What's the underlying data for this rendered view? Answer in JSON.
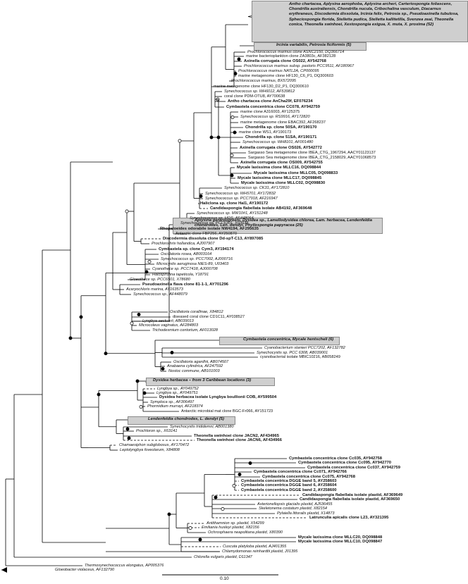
{
  "collapsed_clades": [
    "Antho chartacea, Aplysina aerophoba, Aplysina archeri, Carteriospongia foliascens, Chondrilla australiensis, Chondrilla nucula, Cribochalina vasculum, Diacarnus erythraneus, Discodermia dissoluta, Ircinia felix, Petrosia sp., Pseudoaxinella tubulosa, Sphecíospongia florida, Stelletta pudica, Stelletta kallitetilla, Svenzea zeai, Theonella conica, Theonella swinhoei, Xestospongia exigua, X. muta, X. proxima (52)",
    "Ircinia variabilis, Petrosia ficiformis (5)",
    "Aplysina gerardogreeni, Dysidea sp., Lamellodysidea chlorea, Lam. herbacea, Lendenfeldia chondrodes, Len. dendyi, Phyllospongia papyracea (25)",
    "Cymbastela concentrica, Mycale hentscheli (6)",
    "Dysidea herbacea – from 3 Caribbean locations (3)",
    "Lendenfeldia chondrodes, L. dendyi (5)"
  ],
  "taxa": [
    {
      "t": "Prochlorococcus marinus clone ASNC2150, DQ366714",
      "b": false
    },
    {
      "t": "marine bacterioplankton clone ZA3803c, AF382128",
      "b": false
    },
    {
      "t": "Axinella corrugata clone OS022, AY542768",
      "b": true
    },
    {
      "t": "Prochlorococcus marinus subsp. pastoris PCC9511, AF180967",
      "b": false
    },
    {
      "t": "Prochlorococcus marinus NATL2A, CP000095",
      "b": false
    },
    {
      "t": "marine metagenome clone HF130_C6_P1, DQ300603",
      "b": false
    },
    {
      "t": "Prochlorococcus marinus, BX572095",
      "b": false
    },
    {
      "t": "marine metagenome clone HF130_D2_P1, DQ300610",
      "b": false
    },
    {
      "t": "Synechococcus sp. WH6012, AF539812",
      "b": false
    },
    {
      "t": "coral clone PDM-OTU8, AY700638",
      "b": false
    },
    {
      "t": "Antho chartacea clone AnCha29f, EF076234",
      "b": true
    },
    {
      "t": "Cymbastela concentrica clone CC078, AY942759",
      "b": true
    },
    {
      "t": "marine clone A316003, AY125375",
      "b": false
    },
    {
      "t": "Synechococcus sp. RS9916, AY172820",
      "b": false
    },
    {
      "t": "marine metagenome clone EBAC392, AF268237",
      "b": false
    },
    {
      "t": "Chondrilla sp. clone 50SA, AY190170",
      "b": true
    },
    {
      "t": "marine clone WS1, AY190173",
      "b": false
    },
    {
      "t": "Chondrilla sp. clone 51SA, AY190171",
      "b": true
    },
    {
      "t": "Synechococcus sp. WH8101, AF001480",
      "b": false
    },
    {
      "t": "Axinella corrugata clone OS026, AY542772",
      "b": true
    },
    {
      "t": "Sargasso Sea metagenome clone IBEA_CTG_1967294, AACY01123137",
      "b": false
    },
    {
      "t": "Sargasso Sea metagenome clone IBEA_CTG_2158029, AACY01068573",
      "b": false
    },
    {
      "t": "Axinella corrugata clone OS009, AY542755",
      "b": true
    },
    {
      "t": "Mycale laxissima clone MLLC16, DQ098844",
      "b": true
    },
    {
      "t": "Mycale laxissima clone MLLC05, DQ098833",
      "b": true
    },
    {
      "t": "Mycale laxissima clone MLLC17, DQ098845",
      "b": true
    },
    {
      "t": "Mycale laxissima clone MLLC02, DQ098830",
      "b": true
    },
    {
      "t": "Synechococcus sp. CK31, AY172810",
      "b": false
    },
    {
      "t": "Synechococcus sp. WH5701, AY172832",
      "b": false
    },
    {
      "t": "Synechococcus sp. PCC7918, AF216947",
      "b": false
    },
    {
      "t": "Haliclona sp. clone Hal1, AY190172",
      "b": true
    },
    {
      "t": "Candidaspongia flabellata isolate AB4192, AF369648",
      "b": true
    },
    {
      "t": "Synechococcus sp. MW10#1, AY151248",
      "b": false
    },
    {
      "t": "Synechococcus sp. HOS, AF448064",
      "b": false
    },
    {
      "t": "Synechococcus sp. PCC6301, X03538",
      "b": false
    },
    {
      "t": "Rhopaloeides odorabile isolate NW4194, AF295635",
      "b": true
    },
    {
      "t": "Antarctic clone FBP256, AY250870",
      "b": false
    },
    {
      "t": "Discodermia dissoluta clone Dd-spT-C13, AY897085",
      "b": true
    },
    {
      "t": "Prochlorothrix hollandica, AJ007907",
      "b": false
    },
    {
      "t": "Cymbastela sp. clone Cym3, AY194174",
      "b": true
    },
    {
      "t": "Oscillatoria rosea, AB003164",
      "b": false
    },
    {
      "t": "Synechococcus sp. PCC7002, AJ000716",
      "b": false
    },
    {
      "t": "Microcystis aeruginosa NIES-89, U03403",
      "b": false
    },
    {
      "t": "Cyanothece sp. PCC7418, AJ000708",
      "b": false
    },
    {
      "t": "Halospirulina tapeticola, Y18791",
      "b": false
    },
    {
      "t": "Gloeothece sp. PCC6501, X78680",
      "b": false
    },
    {
      "t": "Pseudoaxinella flava clone 81-1-1, AY701296",
      "b": true
    },
    {
      "t": "Acaryochloris marina, AY163573",
      "b": false
    },
    {
      "t": "Synechococcus sp., AF448079",
      "b": false
    },
    {
      "t": "Oscillatoria corallinae, X84812",
      "b": false
    },
    {
      "t": "diseased coral clone CD1C11, AY038527",
      "b": false
    },
    {
      "t": "Lyngbya aestuarii, AB039013",
      "b": false
    },
    {
      "t": "Microcoleus vaginatus, AF284803",
      "b": false
    },
    {
      "t": "Trichodesmium contortum, AF013028",
      "b": false
    },
    {
      "t": "Cyanobacterium stanieri PCC7202, AF132782",
      "b": false
    },
    {
      "t": "Synechocystis sp. PCC 6308, AB039001",
      "b": false
    },
    {
      "t": "cyanobacterial isolate MBIC10216, AB058249",
      "b": false
    },
    {
      "t": "Oscillatoria agardhii, AB074507",
      "b": false
    },
    {
      "t": "Anabaena cylindrica, AF247592",
      "b": false
    },
    {
      "t": "Nostoc commune, AB101003",
      "b": false
    },
    {
      "t": "Lyngbya sp., AY049752",
      "b": false
    },
    {
      "t": "Lyngbya sp., AY049751",
      "b": false
    },
    {
      "t": "Dysidea herbacea isolate Lyngbya boullionii COB, AY599504",
      "b": true
    },
    {
      "t": "Symploca sp., AF306497",
      "b": false
    },
    {
      "t": "Phormidium murrayi, AF218374",
      "b": false
    },
    {
      "t": "Antarctic microbial mat clone BGC-Fr066, AY151723",
      "b": false
    },
    {
      "t": "Synechocystis trididemni, AB001380",
      "b": false
    },
    {
      "t": "Prochloron sp., X63141",
      "b": false
    },
    {
      "t": "Theonella swinhoei clone JACN2, AF434965",
      "b": true
    },
    {
      "t": "Theonella swinhoei clone JACN6, AF434966",
      "b": true
    },
    {
      "t": "Chamaesiphon subglobosus, AY170472",
      "b": false
    },
    {
      "t": "Leptolyngbya foveolarum, X84808",
      "b": false
    },
    {
      "t": "Cymbastela concentrica clone Cc035, AY942758",
      "b": true
    },
    {
      "t": "Cymbastela concentrica clone Cc095, AY942770",
      "b": true
    },
    {
      "t": "Cymbastela concentrica clone Cc037, AY942759",
      "b": true
    },
    {
      "t": "Cymbastela concentrica clone Cc071, AY942766",
      "b": true
    },
    {
      "t": "Cymbastela concentrica clone Cc075, AY942768",
      "b": true
    },
    {
      "t": "Cymbastela concentrica DGGE band 5, AY258603",
      "b": true
    },
    {
      "t": "Cymbastela concentrica DGGE band 6, AY258604",
      "b": true
    },
    {
      "t": "Cymbastela concentrica DGGE band 2, AY258600",
      "b": true
    },
    {
      "t": "Candidaspongia flabellata isolate plastid, AF369649",
      "b": true
    },
    {
      "t": "Candidaspongia flabellata isolate plastid, AF369650",
      "b": true
    },
    {
      "t": "Asterionellopsis glacialis plastid, AJ536455",
      "b": false
    },
    {
      "t": "Skeletonema costatum plastid, X82154",
      "b": false
    },
    {
      "t": "Pylaiella littoralis plastid, X14873",
      "b": false
    },
    {
      "t": "Latrunculia apicalis clone L23, AY321395",
      "b": true
    },
    {
      "t": "Antithamnion sp. plastid, X54299",
      "b": false
    },
    {
      "t": "Emiliania huxleyi plastid, X82156",
      "b": false
    },
    {
      "t": "Ochrosphaera neapolitana plastid, X80390",
      "b": false
    },
    {
      "t": "Mycale laxissima clone MLLC20, DQ098848",
      "b": true
    },
    {
      "t": "Mycale laxissima clone MLLC10, DQ098847",
      "b": true
    },
    {
      "t": "Cuscuta platyloba plastid, AJ401355",
      "b": false
    },
    {
      "t": "Chlamydomonas reinhardtii plastid, J01395",
      "b": false
    },
    {
      "t": "Chlorella vulgaris plastid, D11347",
      "b": false
    },
    {
      "t": "Thermosynechococcus elongatus, AP005376",
      "b": false
    },
    {
      "t": "Gloeobacter violaceus, AF132790",
      "b": false
    }
  ],
  "scale_bar_label": "0.10"
}
